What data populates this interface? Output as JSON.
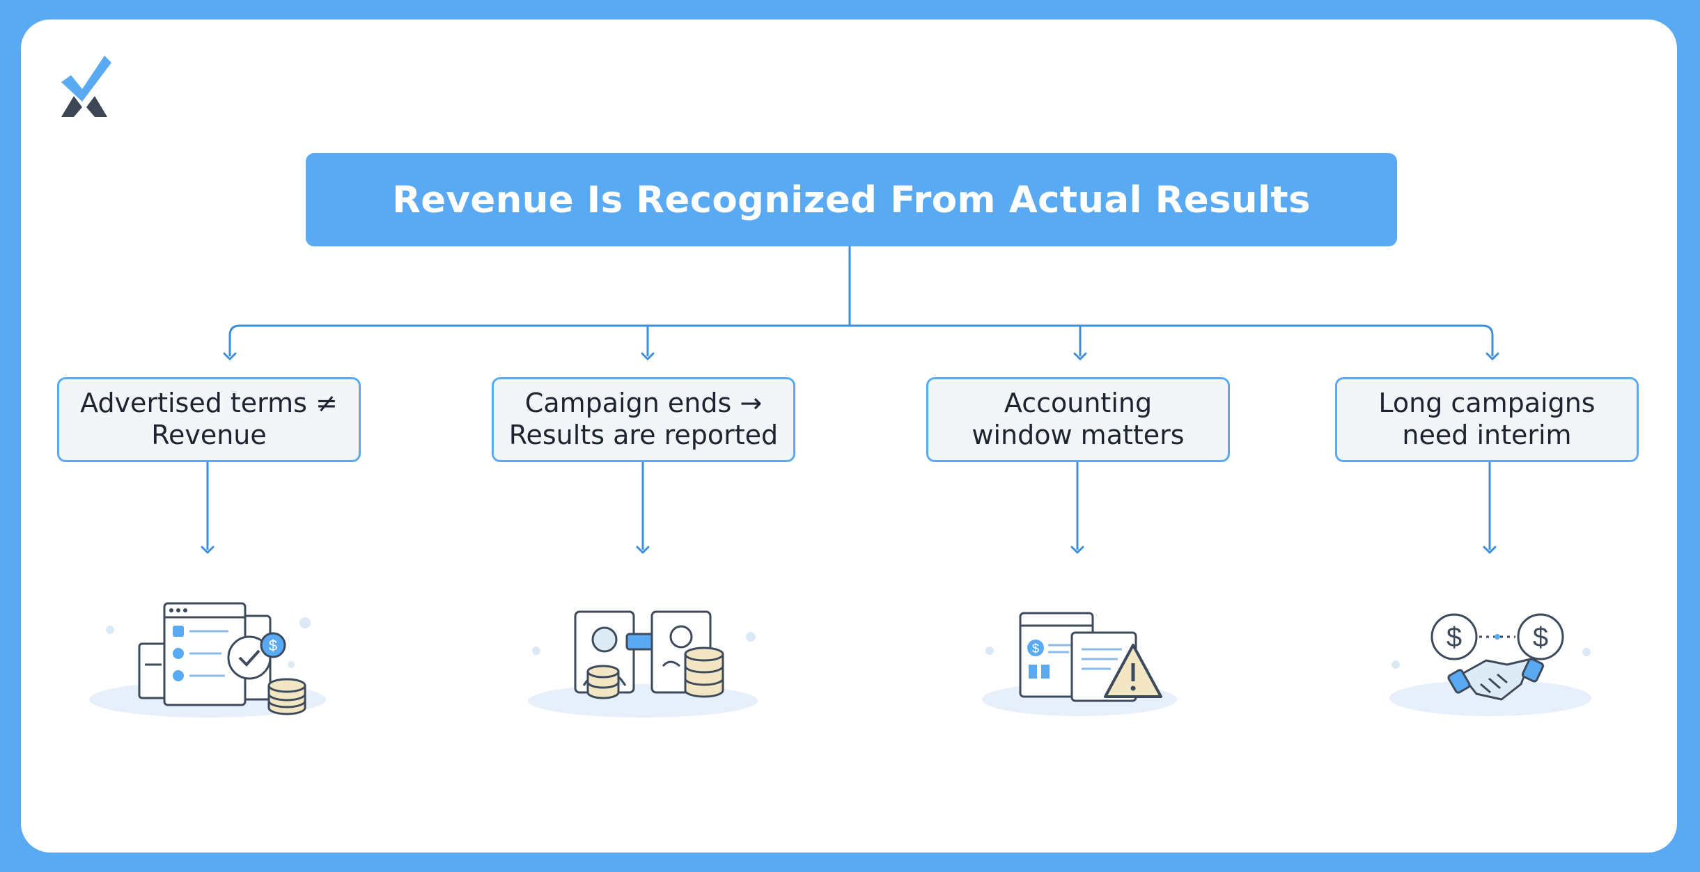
{
  "diagram": {
    "title": "Revenue Is Recognized From Actual Results",
    "nodes": [
      {
        "label": "Advertised terms ≠\nRevenue"
      },
      {
        "label": "Campaign ends →\nResults are reported"
      },
      {
        "label": "Accounting\nwindow matters"
      },
      {
        "label": "Long campaigns\nneed interim"
      }
    ],
    "illustrations": [
      {
        "icon": "contract-checklist-coins-illustration"
      },
      {
        "icon": "report-handoff-coins-illustration"
      },
      {
        "icon": "statement-warning-illustration"
      },
      {
        "icon": "handshake-dollar-illustration"
      }
    ]
  },
  "colors": {
    "frame": "#5aa9f3",
    "accent": "#5aa9f3",
    "connector": "#3d8fdb",
    "node_fill": "#f2f6f9",
    "text_dark": "#1d2430",
    "coin": "#f3e6c4"
  }
}
